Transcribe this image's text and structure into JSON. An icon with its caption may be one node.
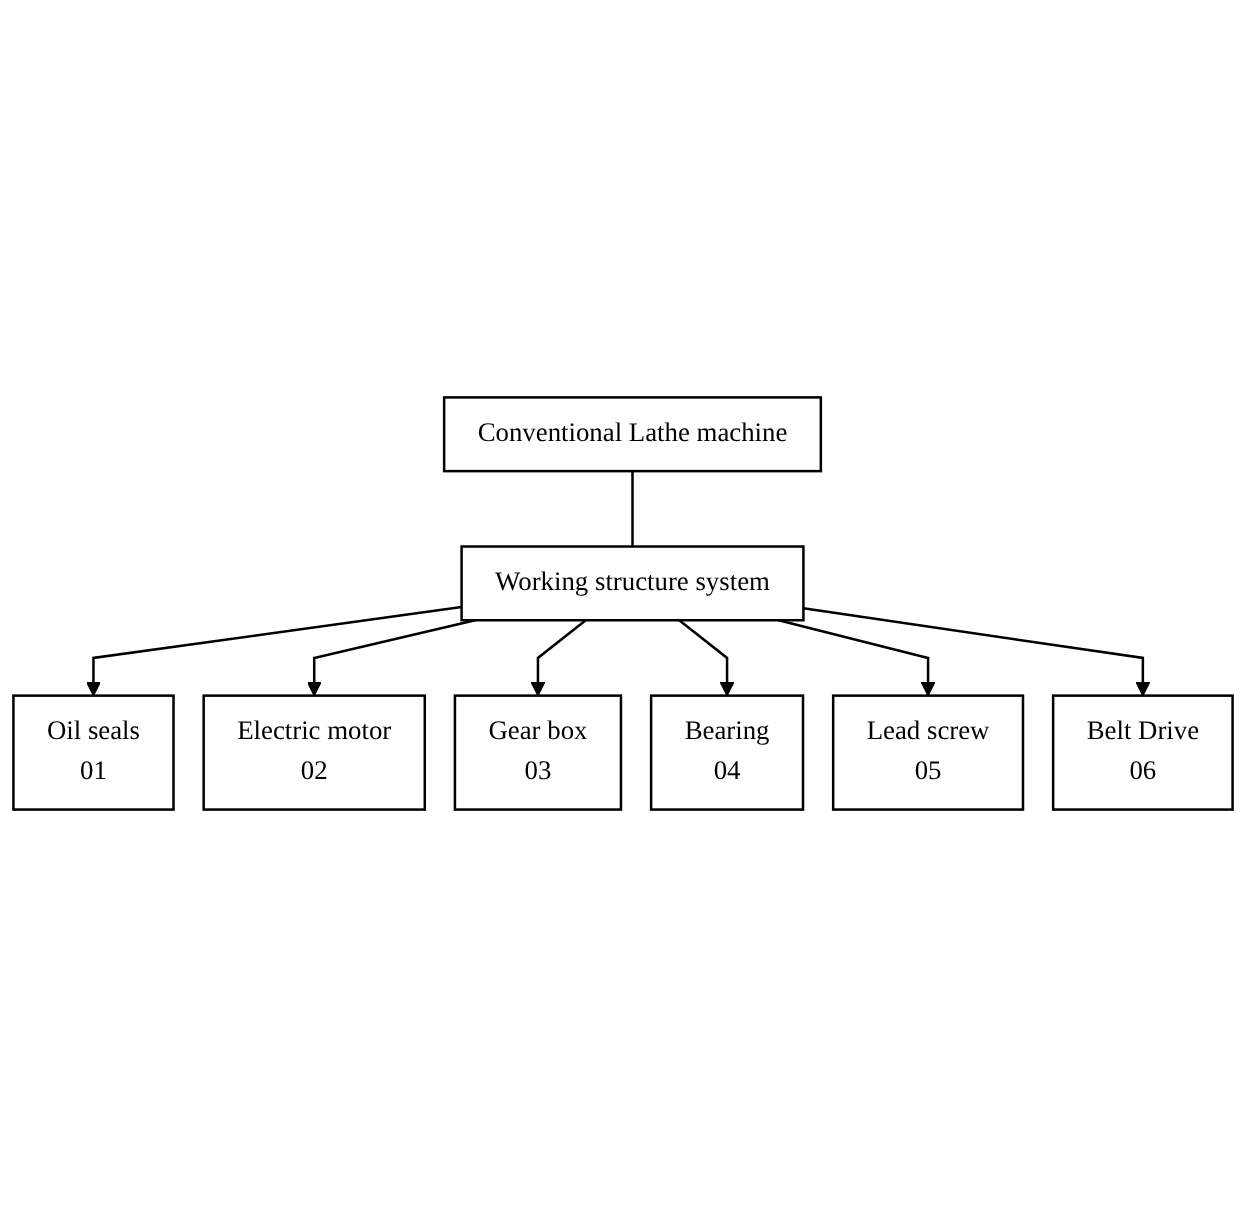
{
  "diagram": {
    "nodes": [
      {
        "text": [
          "Conventional Lathe machine"
        ]
      },
      {
        "text": [
          "Working structure system"
        ]
      },
      {
        "text": [
          "Oil seals",
          "01"
        ]
      },
      {
        "text": [
          "Electric motor",
          "02"
        ]
      },
      {
        "text": [
          "Gear box",
          "03"
        ]
      },
      {
        "text": [
          "Bearing",
          "04"
        ]
      },
      {
        "text": [
          "Lead screw",
          "05"
        ]
      },
      {
        "text": [
          "Belt Drive",
          "06"
        ]
      }
    ],
    "edges": [
      {
        "from": 0,
        "to": 1,
        "arrow": "none"
      },
      {
        "from": 1,
        "to": 2,
        "arrow": "to"
      },
      {
        "from": 1,
        "to": 3,
        "arrow": "to"
      },
      {
        "from": 1,
        "to": 4,
        "arrow": "to"
      },
      {
        "from": 1,
        "to": 5,
        "arrow": "to"
      },
      {
        "from": 1,
        "to": 6,
        "arrow": "to"
      },
      {
        "from": 1,
        "to": 7,
        "arrow": "to"
      }
    ]
  }
}
